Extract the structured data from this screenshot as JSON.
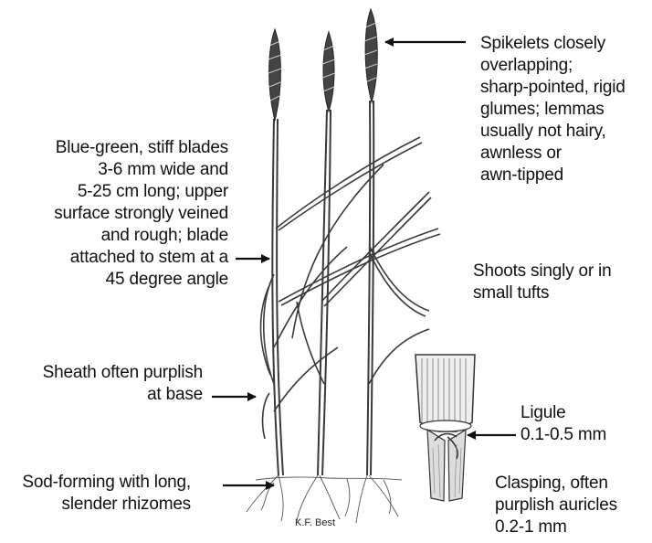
{
  "labels": {
    "spikelets": "Spikelets closely\noverlapping;\nsharp-pointed, rigid\nglumes; lemmas\nusually not hairy,\nawnless or\nawn-tipped",
    "blades": "Blue-green, stiff blades\n3-6 mm wide and\n5-25 cm long; upper\nsurface strongly veined\nand rough; blade\nattached to stem at a\n45 degree angle",
    "shoots": "Shoots singly or in\nsmall tufts",
    "sheath": "Sheath often purplish\nat base",
    "ligule": "Ligule\n0.1-0.5 mm",
    "sod": "Sod-forming with long,\nslender rhizomes",
    "auricles": "Clasping, often\npurplish auricles\n0.2-1 mm"
  },
  "credit": "K.F. Best",
  "colors": {
    "ink": "#111111",
    "plant": "#3a3a3a",
    "background": "#ffffff"
  }
}
